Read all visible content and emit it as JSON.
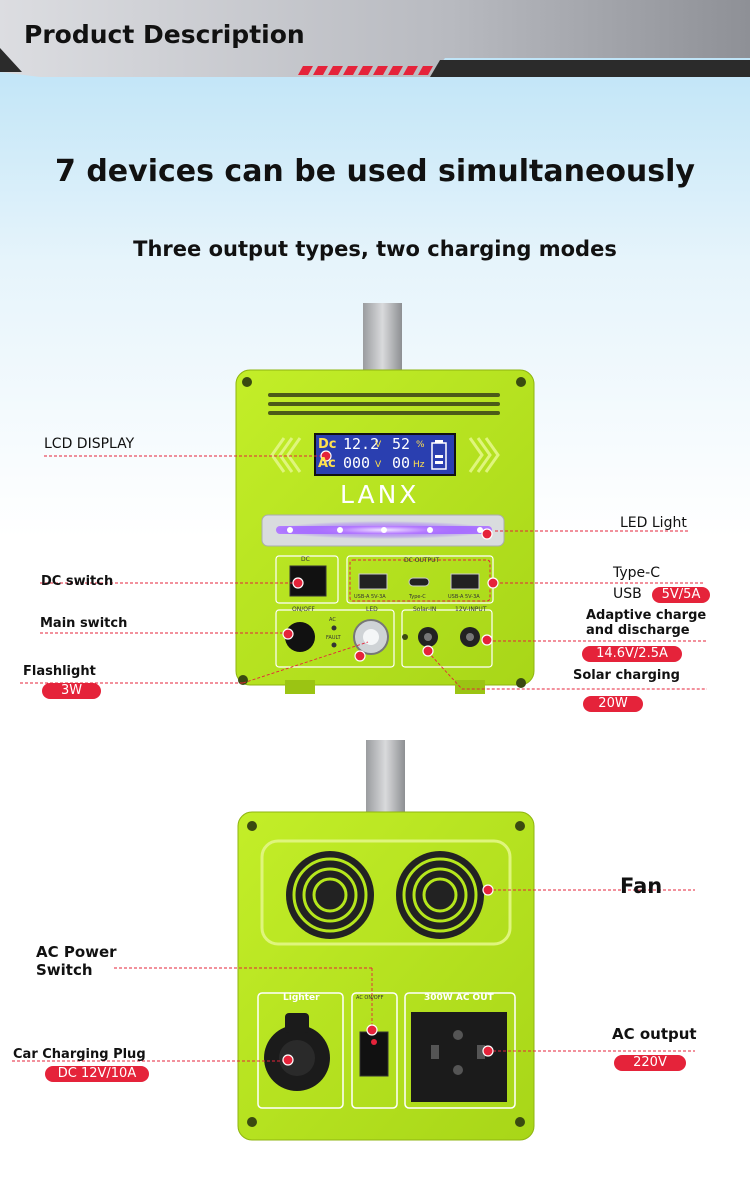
{
  "banner": {
    "title": "Product Description"
  },
  "headline": "7 devices can be used simultaneously",
  "subheadline": "Three output types, two charging modes",
  "front": {
    "lcd": {
      "dc_label": "Dc",
      "ac_label": "Ac",
      "dc_voltage": "12.2",
      "dc_unit": "V",
      "ac_voltage": "000",
      "ac_unit": "V",
      "percent": "52",
      "percent_unit": "%",
      "freq": "00",
      "freq_unit": "Hz"
    },
    "brand": "LANX",
    "panel_dc_switch": "DC",
    "panel_dc_output": "DC OUTPUT",
    "panel_usb1": "USB-A 5V-3A",
    "panel_typec": "Type-C",
    "panel_usb2": "USB-A 5V-3A",
    "panel_onoff": "ON/OFF",
    "panel_led": "LED",
    "panel_ac": "AC",
    "panel_fault": "FAULT",
    "panel_solar_in": "Solar-IN",
    "panel_12v_input": "12V-INPUT"
  },
  "back": {
    "lighter_label": "Lighter",
    "ac_switch_label": "AC ON/OFF",
    "ac_out_label": "300W AC OUT"
  },
  "callouts": {
    "lcd_display": "LCD DISPLAY",
    "led_light": "LED Light",
    "dc_switch": "DC switch",
    "typec": "Type-C",
    "usb": "USB",
    "usb_pill": "5V/5A",
    "main_switch": "Main switch",
    "adaptive_line1": "Adaptive charge",
    "adaptive_line2": "and discharge",
    "adaptive_pill": "14.6V/2.5A",
    "flashlight": "Flashlight",
    "flashlight_pill": "3W",
    "solar": "Solar charging",
    "solar_pill": "20W",
    "fan": "Fan",
    "ac_power_line1": "AC Power",
    "ac_power_line2": "Switch",
    "car_plug": "Car Charging Plug",
    "car_pill": "DC 12V/10A",
    "ac_output": "AC output",
    "ac_output_pill": "220V"
  },
  "colors": {
    "body_green": "#b5e61d",
    "accent_red": "#e5233a",
    "banner_dark": "#2b2b2b"
  }
}
